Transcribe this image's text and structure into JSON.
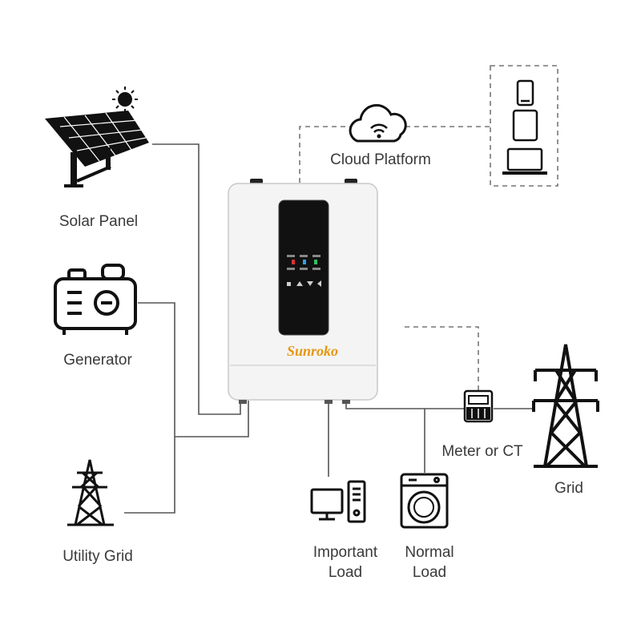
{
  "nodes": {
    "solar_panel": "Solar Panel",
    "generator": "Generator",
    "utility_grid": "Utility Grid",
    "cloud_platform": "Cloud Platform",
    "meter": "Meter or CT",
    "grid": "Grid",
    "important_load_line1": "Important",
    "important_load_line2": "Load",
    "normal_load_line1": "Normal",
    "normal_load_line2": "Load"
  },
  "inverter": {
    "brand": "Sunroko"
  },
  "colors": {
    "line": "#555555",
    "icon": "#111111",
    "accent": "#e8960c",
    "display": "#111111"
  }
}
